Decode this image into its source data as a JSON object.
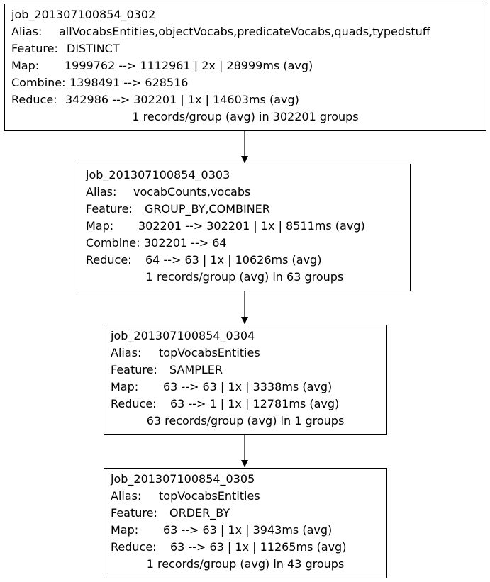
{
  "nodes": [
    {
      "job": "job_201307100854_0302",
      "alias_label": "Alias:",
      "alias": "allVocabsEntities,objectVocabs,predicateVocabs,quads,typedstuff",
      "feature_label": "Feature:",
      "feature": "DISTINCT",
      "map_label": "Map:",
      "map": "1999762 --> 1112961 | 2x | 28999ms (avg)",
      "combine_label": "Combine:",
      "combine": "1398491 --> 628516",
      "reduce_label": "Reduce:",
      "reduce": "342986 --> 302201 | 1x | 14603ms (avg)",
      "summary": "1 records/group (avg) in 302201 groups"
    },
    {
      "job": "job_201307100854_0303",
      "alias_label": "Alias:",
      "alias": "vocabCounts,vocabs",
      "feature_label": "Feature:",
      "feature": "GROUP_BY,COMBINER",
      "map_label": "Map:",
      "map": "302201 --> 302201 | 1x | 8511ms (avg)",
      "combine_label": "Combine:",
      "combine": "302201 --> 64",
      "reduce_label": "Reduce:",
      "reduce": "64 --> 63 | 1x | 10626ms (avg)",
      "summary": "1 records/group (avg) in 63 groups"
    },
    {
      "job": "job_201307100854_0304",
      "alias_label": "Alias:",
      "alias": "topVocabsEntities",
      "feature_label": "Feature:",
      "feature": "SAMPLER",
      "map_label": "Map:",
      "map": "63 --> 63 | 1x | 3338ms (avg)",
      "reduce_label": "Reduce:",
      "reduce": "63 --> 1 | 1x | 12781ms (avg)",
      "summary": "63 records/group (avg) in 1 groups"
    },
    {
      "job": "job_201307100854_0305",
      "alias_label": "Alias:",
      "alias": "topVocabsEntities",
      "feature_label": "Feature:",
      "feature": "ORDER_BY",
      "map_label": "Map:",
      "map": "63 --> 63 | 1x | 3943ms (avg)",
      "reduce_label": "Reduce:",
      "reduce": "63 --> 63 | 1x | 11265ms (avg)",
      "summary": "1 records/group (avg) in 43 groups"
    }
  ],
  "edges": [
    {
      "from": "job_201307100854_0302",
      "to": "job_201307100854_0303"
    },
    {
      "from": "job_201307100854_0303",
      "to": "job_201307100854_0304"
    },
    {
      "from": "job_201307100854_0304",
      "to": "job_201307100854_0305"
    }
  ]
}
